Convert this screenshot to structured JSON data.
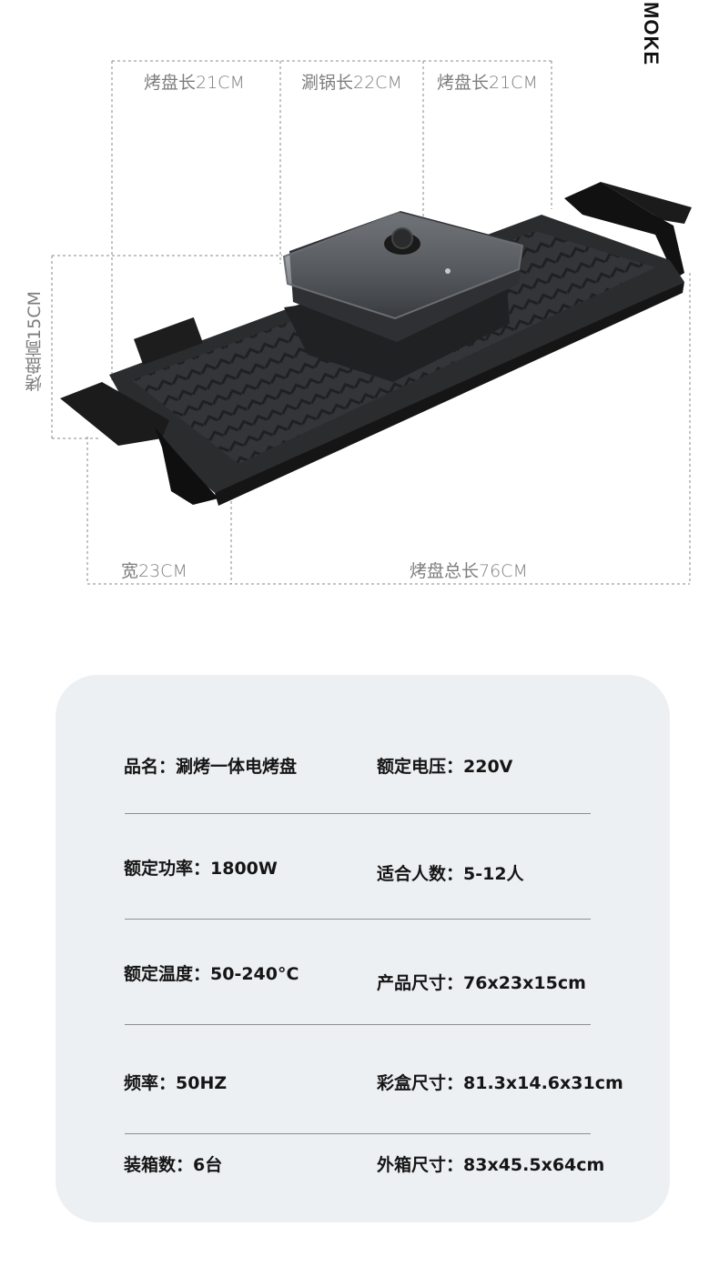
{
  "brand": "MOKE",
  "dimensions": {
    "top_left": "烤盘长21CM",
    "top_middle": "涮锅长22CM",
    "top_right": "烤盘长21CM",
    "height": "烤盘高15CM",
    "width": "宽23CM",
    "total_length": "烤盘总长76CM"
  },
  "specs": [
    {
      "left": "品名：涮烤一体电烤盘",
      "right": "额定电压：220V"
    },
    {
      "left": "额定功率：1800W",
      "right": "适合人数：5-12人"
    },
    {
      "left": "额定温度：50-240°C",
      "right": "产品尺寸：76x23x15cm"
    },
    {
      "left": "频率：50HZ",
      "right": "彩盒尺寸：81.3x14.6x31cm"
    },
    {
      "left": "装箱数：6台",
      "right": "外箱尺寸：83x45.5x64cm"
    }
  ],
  "colors": {
    "card_background": "#edf0f3",
    "dimension_text": "#7d7d7d",
    "grill_body": "#2b2c2e"
  }
}
